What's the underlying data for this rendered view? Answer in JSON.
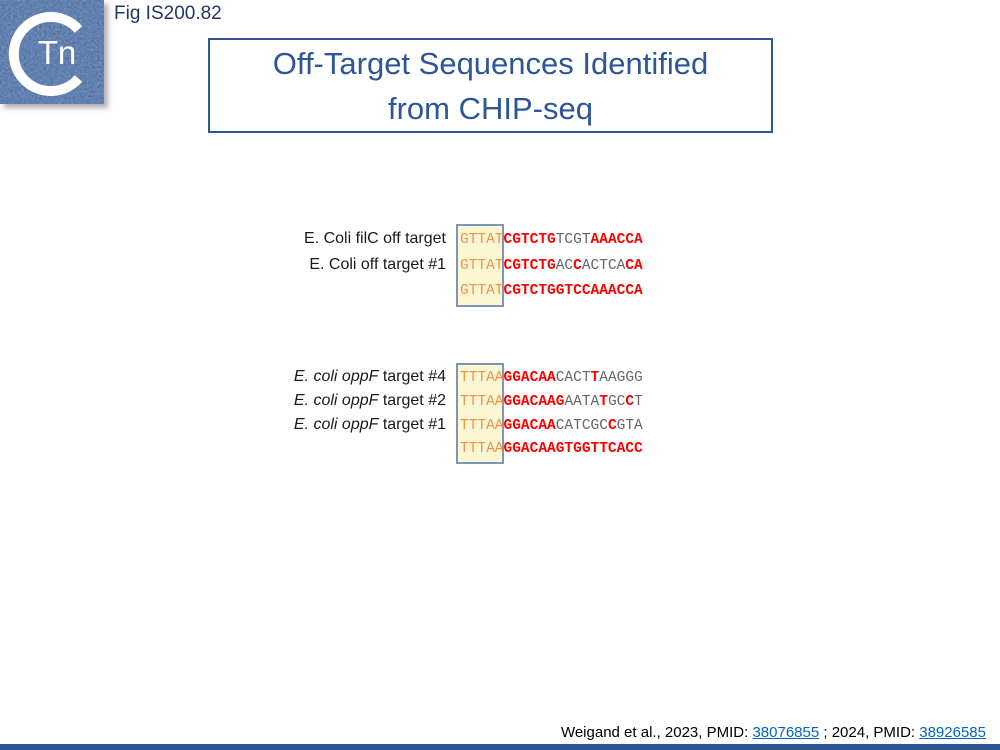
{
  "logo": {
    "tn_text": "Tn"
  },
  "fig_label": "Fig IS200.82",
  "title": {
    "line1": "Off-Target Sequences Identified",
    "line2": "from CHIP-seq"
  },
  "colors": {
    "seed": "#ED9449",
    "match": "#FF0000",
    "mismatch": "#666666",
    "title_blue": "#2E5597",
    "fig_blue": "#1F3864",
    "link_blue": "#0563C1",
    "highlight_fill": "#FDF6D3",
    "highlight_border": "#7B96B8",
    "footer_bar": "#2E5597",
    "logo_blue": "#4a6da3"
  },
  "sequence_groups": [
    {
      "rows": [
        {
          "label": [
            {
              "text": "E. Coli filC off target",
              "italic": false
            }
          ],
          "seq": [
            {
              "t": "GTTAT",
              "s": "seed"
            },
            {
              "t": "CGTCTG",
              "s": "match"
            },
            {
              "t": "TCGT",
              "s": "mismatch"
            },
            {
              "t": "AAACCA",
              "s": "match"
            }
          ]
        },
        {
          "label": [
            {
              "text": "E. Coli off target #1",
              "italic": false
            }
          ],
          "seq": [
            {
              "t": "GTTAT",
              "s": "seed"
            },
            {
              "t": "CGTCTG",
              "s": "match"
            },
            {
              "t": "AC",
              "s": "mismatch"
            },
            {
              "t": "C",
              "s": "match"
            },
            {
              "t": "ACTCA",
              "s": "mismatch"
            },
            {
              "t": "CA",
              "s": "match"
            }
          ]
        },
        {
          "label": [],
          "seq": [
            {
              "t": "GTTAT",
              "s": "seed"
            },
            {
              "t": "CGTCTGGTCCAAACCA",
              "s": "match"
            }
          ]
        }
      ]
    },
    {
      "rows": [
        {
          "label": [
            {
              "text": "E. coli oppF",
              "italic": true
            },
            {
              "text": " target #4",
              "italic": false
            }
          ],
          "seq": [
            {
              "t": "TTTAA",
              "s": "seed"
            },
            {
              "t": "GGACAA",
              "s": "match"
            },
            {
              "t": "CACT",
              "s": "mismatch"
            },
            {
              "t": "T",
              "s": "match"
            },
            {
              "t": "AAGGG",
              "s": "mismatch"
            }
          ]
        },
        {
          "label": [
            {
              "text": "E. coli oppF",
              "italic": true
            },
            {
              "text": " target #2",
              "italic": false
            }
          ],
          "seq": [
            {
              "t": "TTTAA",
              "s": "seed"
            },
            {
              "t": "GGACAAG",
              "s": "match"
            },
            {
              "t": "AATA",
              "s": "mismatch"
            },
            {
              "t": "T",
              "s": "match"
            },
            {
              "t": "GC",
              "s": "mismatch"
            },
            {
              "t": "C",
              "s": "match"
            },
            {
              "t": "T",
              "s": "mismatch"
            }
          ]
        },
        {
          "label": [
            {
              "text": "E. coli oppF",
              "italic": true
            },
            {
              "text": " target #1",
              "italic": false
            }
          ],
          "seq": [
            {
              "t": "TTTAA",
              "s": "seed"
            },
            {
              "t": "GGACAA",
              "s": "match"
            },
            {
              "t": "CATCGC",
              "s": "mismatch"
            },
            {
              "t": "C",
              "s": "match"
            },
            {
              "t": "GTA",
              "s": "mismatch"
            }
          ]
        },
        {
          "label": [],
          "seq": [
            {
              "t": "TTTAA",
              "s": "seed"
            },
            {
              "t": "GGACAAGTGGTTCACC",
              "s": "match"
            }
          ]
        }
      ]
    }
  ],
  "citation": {
    "prefix": "Weigand et al., 2023, PMID: ",
    "link1": "38076855",
    "separator": " ; 2024, PMID: ",
    "link2": "38926585"
  }
}
